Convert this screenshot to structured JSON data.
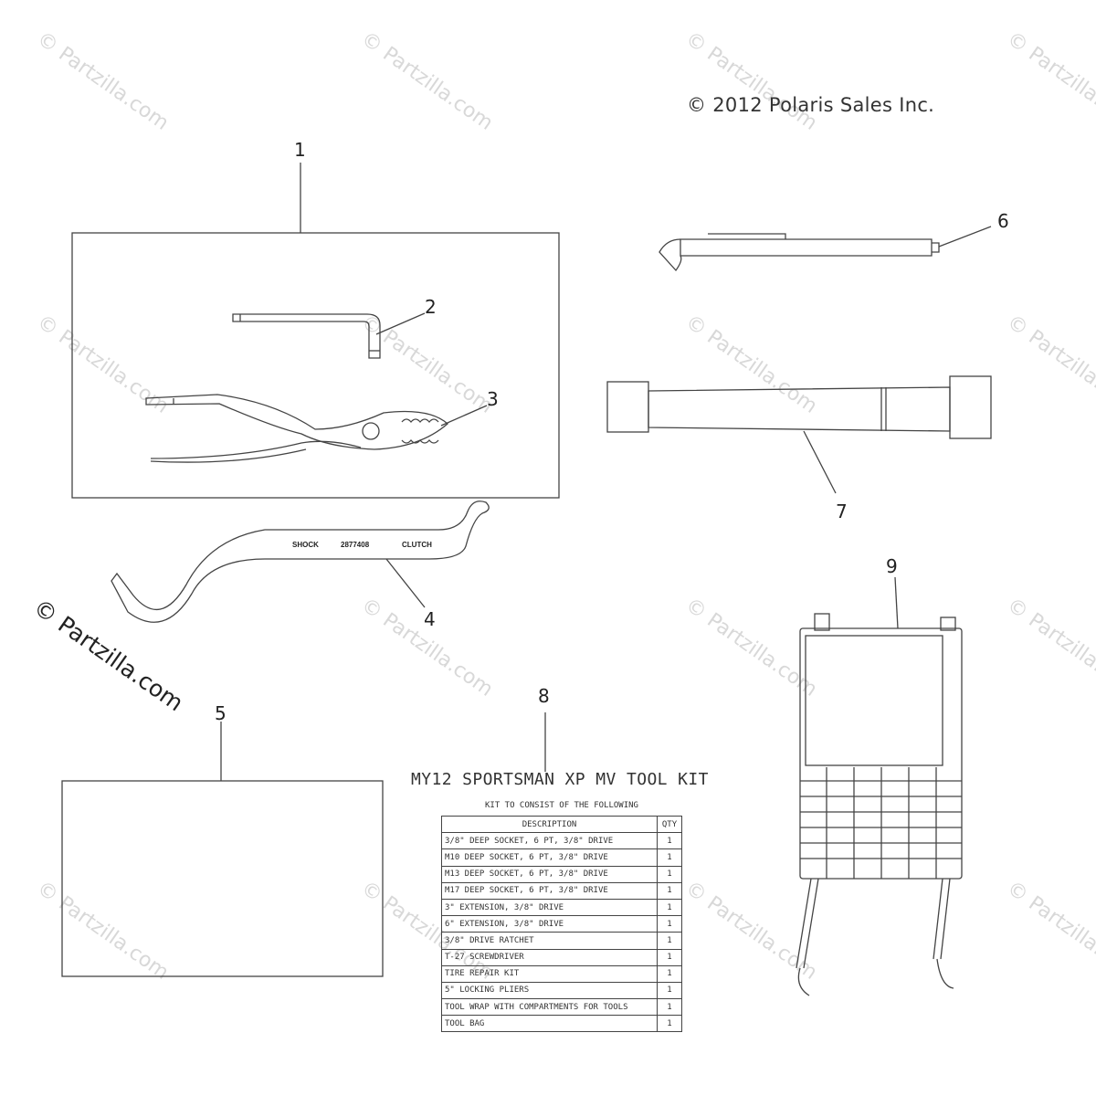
{
  "copyright": "© 2012 Polaris Sales Inc.",
  "watermark": "© Partzilla.com",
  "callouts": [
    "1",
    "2",
    "3",
    "4",
    "5",
    "6",
    "7",
    "8",
    "9"
  ],
  "wrench_labels": {
    "left": "SHOCK",
    "middle": "2877408",
    "right": "CLUTCH"
  },
  "kit": {
    "title": "MY12 SPORTSMAN XP MV TOOL KIT",
    "subtitle": "KIT TO CONSIST OF THE FOLLOWING",
    "header_description": "DESCRIPTION",
    "header_qty": "QTY",
    "rows": [
      {
        "desc": "3/8\" DEEP SOCKET, 6 PT, 3/8\" DRIVE",
        "qty": "1"
      },
      {
        "desc": "M10 DEEP SOCKET, 6 PT, 3/8\" DRIVE",
        "qty": "1"
      },
      {
        "desc": "M13 DEEP SOCKET, 6 PT, 3/8\" DRIVE",
        "qty": "1"
      },
      {
        "desc": "M17 DEEP SOCKET, 6 PT, 3/8\" DRIVE",
        "qty": "1"
      },
      {
        "desc": "3\" EXTENSION, 3/8\" DRIVE",
        "qty": "1"
      },
      {
        "desc": "6\" EXTENSION, 3/8\" DRIVE",
        "qty": "1"
      },
      {
        "desc": "3/8\" DRIVE RATCHET",
        "qty": "1"
      },
      {
        "desc": "T-27 SCREWDRIVER",
        "qty": "1"
      },
      {
        "desc": "TIRE REPAIR KIT",
        "qty": "1"
      },
      {
        "desc": "5\" LOCKING PLIERS",
        "qty": "1"
      },
      {
        "desc": "TOOL WRAP WITH COMPARTMENTS FOR TOOLS",
        "qty": "1"
      },
      {
        "desc": "TOOL BAG",
        "qty": "1"
      }
    ]
  }
}
